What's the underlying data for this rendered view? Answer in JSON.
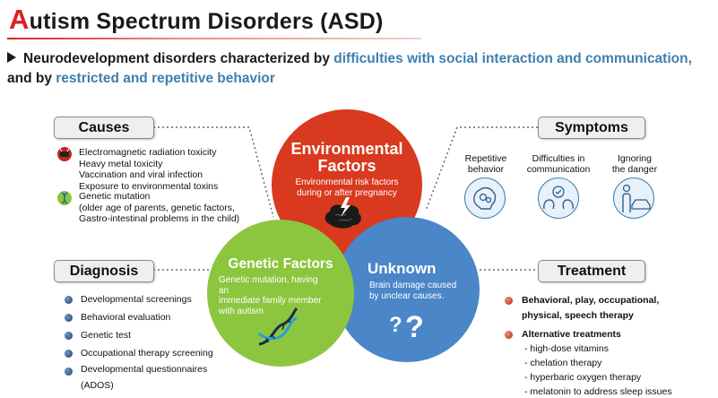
{
  "title": {
    "first_letter": "A",
    "rest": "utism Spectrum Disorders (ASD)"
  },
  "subtitle": {
    "part1": "Neurodevelopment disorders characterized by ",
    "highlight1": "difficulties with social interaction and communication,",
    "part2": "and by ",
    "highlight2": "restricted and repetitive behavior"
  },
  "colors": {
    "environmental": "#d8391f",
    "genetic": "#8cc63f",
    "unknown": "#4a86c8",
    "accent_blue": "#3d7fb0",
    "accent_red": "#d8231f"
  },
  "causes": {
    "label": "Causes",
    "group1": [
      "Electromagnetic radiation toxicity",
      "Heavy metal toxicity",
      "Vaccination and viral infection",
      "Exposure to environmental toxins"
    ],
    "group2": [
      "Genetic mutation",
      "(older age of parents, genetic factors,",
      "Gastro-intestinal problems in the child)"
    ]
  },
  "symptoms": {
    "label": "Symptoms",
    "items": [
      {
        "line1": "Repetitive",
        "line2": "behavior",
        "icon": "brain-gears-icon"
      },
      {
        "line1": "Difficulties in",
        "line2": "communication",
        "icon": "two-heads-speech-icon"
      },
      {
        "line1": "Ignoring",
        "line2": "the danger",
        "icon": "person-car-icon"
      }
    ]
  },
  "diagnosis": {
    "label": "Diagnosis",
    "items": [
      "Developmental screenings",
      "Behavioral evaluation",
      "Genetic test",
      "Occupational therapy screening",
      "Developmental questionnaires",
      "(ADOS)"
    ]
  },
  "treatment": {
    "label": "Treatment",
    "main1": "Behavioral, play, occupational,",
    "main1b": "physical, speech therapy",
    "main2": "Alternative treatments",
    "subs": [
      "- high-dose vitamins",
      "- chelation therapy",
      "- hyperbaric oxygen therapy",
      "- melatonin to address sleep issues"
    ]
  },
  "environmental": {
    "title1": "Environmental",
    "title2": "Factors",
    "desc1": "Environmental risk factors",
    "desc2": "during or after pregnancy"
  },
  "genetic": {
    "title": "Genetic Factors",
    "desc1": "Genetic mutation, having an",
    "desc2": "immediate family member",
    "desc3": "with autism"
  },
  "unknown": {
    "title": "Unknown",
    "desc1": "Brain damage caused",
    "desc2": "by unclear causes."
  }
}
